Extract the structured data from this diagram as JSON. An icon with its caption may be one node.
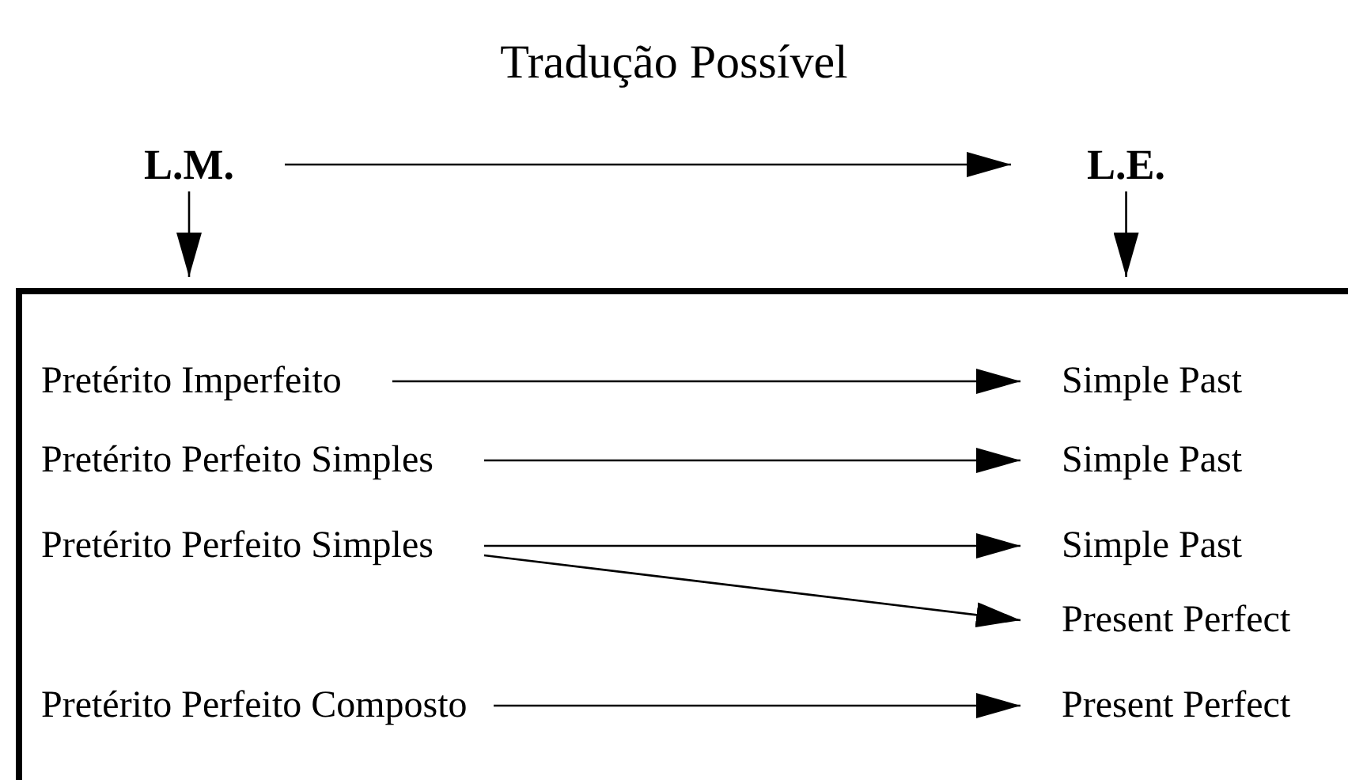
{
  "diagram": {
    "title": "Tradução Possível",
    "nodes": [
      {
        "text": [
          "L.M."
        ]
      },
      {
        "text": [
          "L.E."
        ]
      },
      {
        "text": [],
        "shape": "box"
      },
      {
        "text": [
          "Pretérito Imperfeito"
        ],
        "in": 2
      },
      {
        "text": [
          "Simple Past"
        ],
        "in": 2
      },
      {
        "text": [
          "Pretérito Perfeito Simples"
        ],
        "in": 2
      },
      {
        "text": [
          "Simple Past"
        ],
        "in": 2
      },
      {
        "text": [
          "Pretérito Perfeito Simples"
        ],
        "in": 2
      },
      {
        "text": [
          "Simple Past"
        ],
        "in": 2
      },
      {
        "text": [
          "Present Perfect"
        ],
        "in": 2
      },
      {
        "text": [
          "Pretérito Perfeito Composto"
        ],
        "in": 2
      },
      {
        "text": [
          "Present Perfect"
        ],
        "in": 2
      }
    ],
    "edges": [
      {
        "from": 0,
        "to": 1,
        "arrow": "to"
      },
      {
        "from": 0,
        "to": 2,
        "arrow": "to"
      },
      {
        "from": 1,
        "to": 2,
        "arrow": "to"
      },
      {
        "from": 3,
        "to": 4,
        "arrow": "to"
      },
      {
        "from": 5,
        "to": 6,
        "arrow": "to"
      },
      {
        "from": 7,
        "to": 8,
        "arrow": "to"
      },
      {
        "from": 7,
        "to": 9,
        "arrow": "to"
      },
      {
        "from": 10,
        "to": 11,
        "arrow": "to"
      }
    ]
  }
}
